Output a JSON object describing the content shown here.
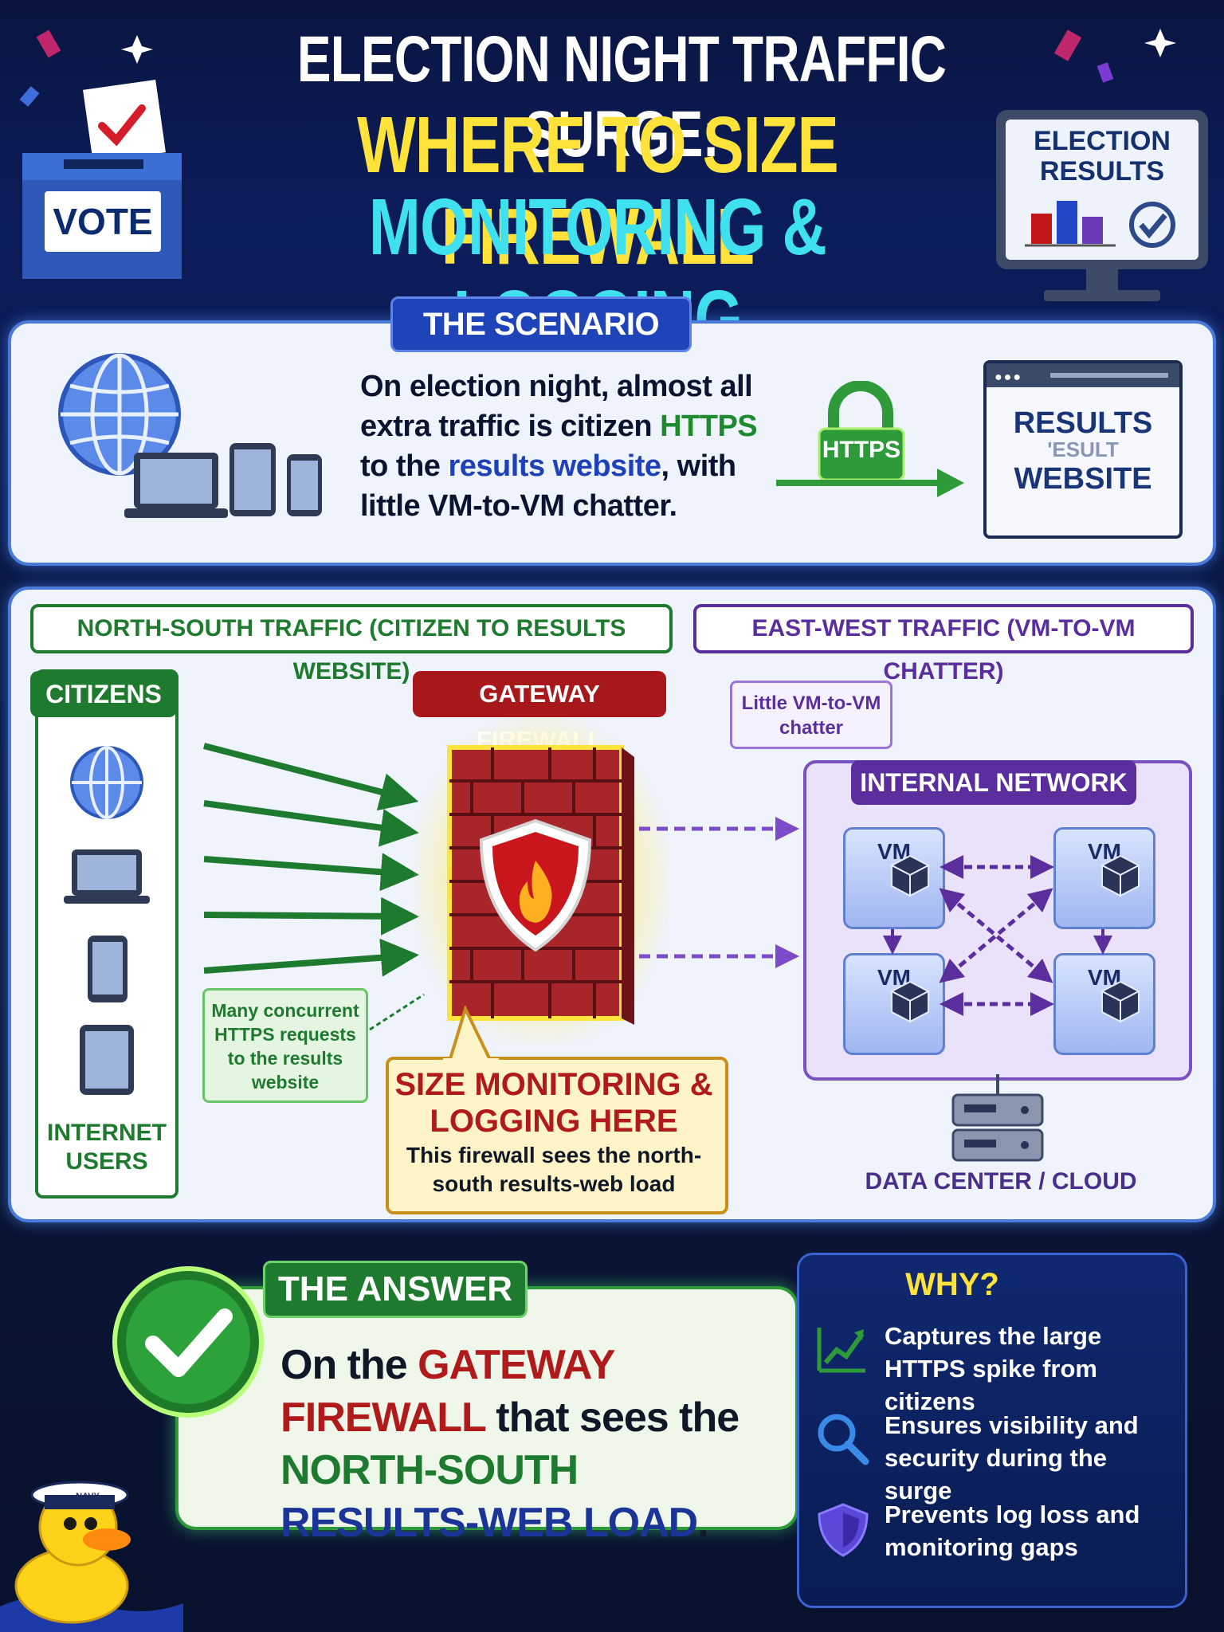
{
  "header": {
    "title_line1": "ELECTION NIGHT TRAFFIC SURGE:",
    "title_line2": "WHERE TO SIZE FIREWALL",
    "title_line3": "MONITORING & LOGGING",
    "ballot_label": "VOTE",
    "monitor_title": "ELECTION RESULTS"
  },
  "scenario": {
    "heading": "THE SCENARIO",
    "text_parts": [
      "On election night, almost all extra traffic is citizen ",
      "HTTPS",
      " to the ",
      "results website",
      ", with little VM-to-VM chatter."
    ],
    "lock_label": "HTTPS",
    "website_title": "RESULTS",
    "website_ghost": "'ESULT",
    "website_sub": "WEBSITE"
  },
  "diagram": {
    "ns_label": "NORTH-SOUTH TRAFFIC (CITIZEN TO RESULTS WEBSITE)",
    "ew_label": "EAST-WEST TRAFFIC (VM-TO-VM CHATTER)",
    "citizens_title": "CITIZENS",
    "citizens_footer": "INTERNET USERS",
    "firewall_title": "GATEWAY FIREWALL",
    "requests_note": "Many concurrent HTTPS requests to the results website",
    "size_title": "SIZE MONITORING & LOGGING HERE",
    "size_sub": "This firewall sees the north-south results-web load",
    "chatter_note": "Little VM-to-VM chatter",
    "internal_title": "INTERNAL NETWORK",
    "vm_label": "VM",
    "dc_label": "DATA CENTER / CLOUD"
  },
  "answer": {
    "heading": "THE ANSWER",
    "parts": [
      "On the ",
      "GATEWAY FIREWALL",
      " that sees the ",
      "NORTH-SOUTH",
      " ",
      "RESULTS-WEB LOAD",
      "."
    ],
    "duck_badge": "NAVY"
  },
  "why": {
    "heading": "WHY?",
    "items": [
      {
        "text": "Captures the large HTTPS spike from citizens",
        "icon": "chart-up-icon"
      },
      {
        "text": "Ensures visibility and security during the surge",
        "icon": "magnifier-icon"
      },
      {
        "text": "Prevents log loss and monitoring gaps",
        "icon": "shield-icon"
      }
    ]
  },
  "colors": {
    "north_south_green": "#1e7a2e",
    "east_west_purple": "#5a2e9c",
    "firewall_red": "#b01a1a",
    "accent_yellow": "#ffe23a",
    "accent_cyan": "#3fe0f0"
  }
}
